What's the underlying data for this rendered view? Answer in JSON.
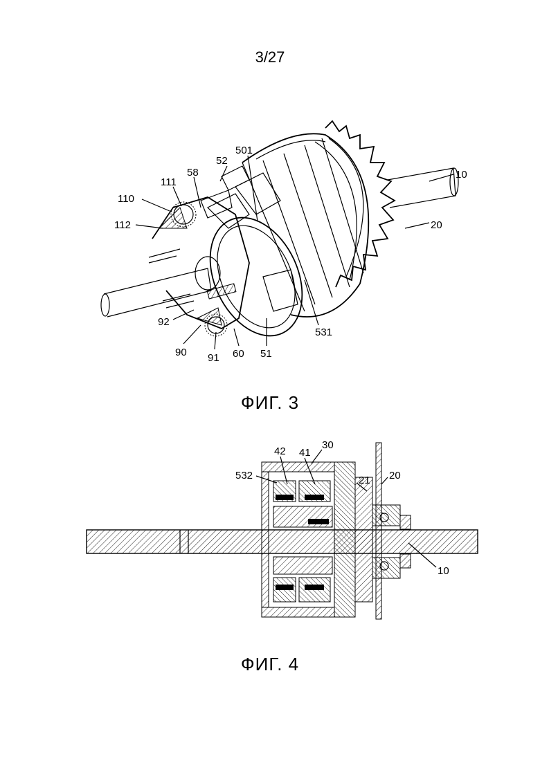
{
  "page_number": "3/27",
  "figures": [
    {
      "caption": "ФИГ. 3",
      "labels": [
        "10",
        "20",
        "501",
        "52",
        "58",
        "111",
        "110",
        "112",
        "92",
        "90",
        "91",
        "60",
        "51",
        "531"
      ]
    },
    {
      "caption": "ФИГ. 4",
      "labels": [
        "30",
        "42",
        "41",
        "532",
        "21",
        "20",
        "10"
      ]
    }
  ]
}
